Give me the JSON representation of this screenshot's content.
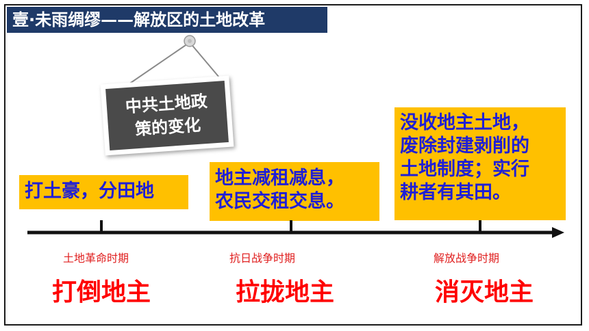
{
  "title": "壹·未雨绸缪——解放区的土地改革",
  "sign": {
    "lines": [
      "中共土地政",
      "策的变化"
    ]
  },
  "boxes": [
    {
      "lines": [
        "打土豪，分田地"
      ]
    },
    {
      "lines": [
        "地主减租减息，",
        "农民交租交息。"
      ]
    },
    {
      "lines": [
        "没收地主土地，",
        "废除封建剥削的",
        "土地制度；实行",
        "耕者有其田。"
      ]
    }
  ],
  "periods": [
    "土地革命时期",
    "抗日战争时期",
    "解放战争时期"
  ],
  "slogans": [
    "打倒地主",
    "拉拢地主",
    "消灭地主"
  ],
  "colors": {
    "title_bg": "#1f3a68",
    "box_bg": "#ffc000",
    "box_text": "#1f1fd6",
    "period_text": "#e02020",
    "slogan_text": "#ff0000",
    "sign_bg": "#4a4a4a"
  }
}
